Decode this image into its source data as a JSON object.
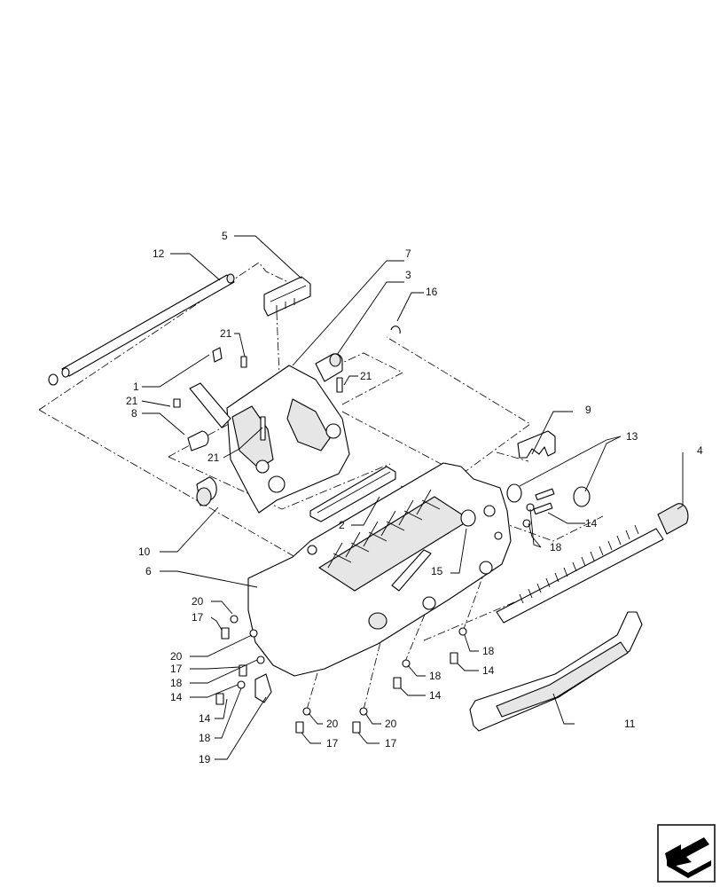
{
  "diagram": {
    "callouts": [
      "1",
      "2",
      "3",
      "4",
      "5",
      "6",
      "7",
      "8",
      "9",
      "10",
      "11",
      "12",
      "13",
      "14",
      "15",
      "16",
      "17",
      "18",
      "19",
      "20",
      "21"
    ]
  },
  "corner_icon": "flip-view-arrow-icon"
}
